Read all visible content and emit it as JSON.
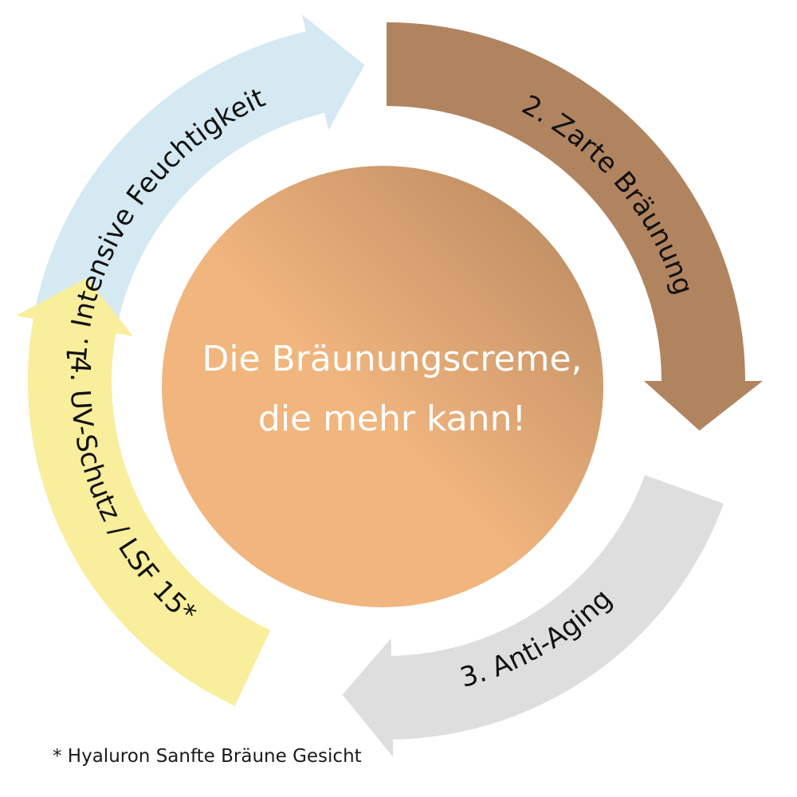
{
  "center": {
    "line1": "Die Bräunungscreme,",
    "line2": "die mehr kann!"
  },
  "segments": [
    {
      "id": "moisture",
      "label": "1. Intensive Feuchtigkeit",
      "color": "#d4e9f1"
    },
    {
      "id": "tan",
      "label": "2. Zarte Bräunung",
      "color": "#b18460"
    },
    {
      "id": "antiaging",
      "label": "3. Anti-Aging",
      "color": "#dedede"
    },
    {
      "id": "uv",
      "label": "4. UV-Schutz / LSF 15*",
      "color": "#f8ee9c"
    }
  ],
  "footnote": "* Hyaluron Sanfte Bräune Gesicht",
  "colors": {
    "circle_light": "#f1b57e",
    "circle_dark": "#b4855e",
    "center_text": "#ffffff",
    "label_text": "#111111"
  }
}
